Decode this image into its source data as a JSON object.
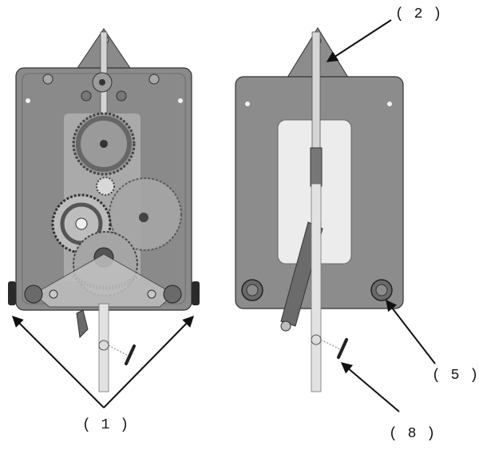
{
  "callouts": [
    {
      "id": "c1",
      "label": "( 1 )"
    },
    {
      "id": "c2",
      "label": "( 2 )"
    },
    {
      "id": "c5",
      "label": "( 5 )"
    },
    {
      "id": "c8",
      "label": "( 8 )"
    }
  ],
  "colors": {
    "plate_front": "#8a8a8a",
    "plate_back": "#8c8c8c",
    "wheel": "#b9b9b9",
    "wheel_dark": "#555555",
    "window": "#ececec",
    "pendulum": "#e2e2e2",
    "ink": "#111111"
  }
}
